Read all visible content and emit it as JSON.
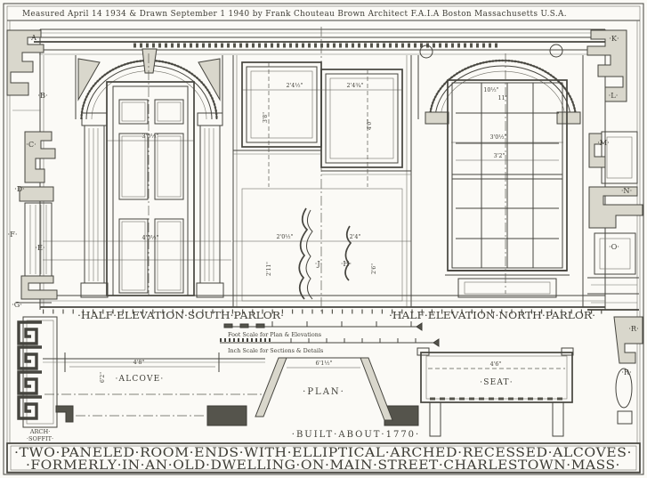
{
  "header": {
    "title": "Measured April 14 1934 & Drawn September 1 1940 by Frank Chouteau Brown Architect F.A.I.A Boston Massachusetts U.S.A."
  },
  "elevations": {
    "south_label": "·HALF·ELEVATION·SOUTH·PARLOR·",
    "north_label": "·HALF·ELEVATION·NORTH·PARLOR·"
  },
  "scales": {
    "foot_label": "Foot Scale for Plan & Elevations",
    "inch_label": "Inch Scale for Sections & Details"
  },
  "plan": {
    "label": "·PLAN·",
    "alcove_label": "·ALCOVE·",
    "seat_label": "·SEAT·",
    "arch_soffit_line1": "ARCH·",
    "arch_soffit_line2": "·SOFFIT·",
    "built_label": "·BUILT·ABOUT·1770·"
  },
  "footer": {
    "line1": "·TWO·PANELED·ROOM·ENDS·WITH·ELLIPTICAL·ARCHED·RECESSED·ALCOVES·",
    "line2": "·FORMERLY·IN·AN·OLD·DWELLING·ON·MAIN·STREET·CHARLESTOWN·MASS·"
  },
  "section_letters": {
    "left": [
      "·A·",
      "·B·",
      "·C·",
      "·D·",
      "·F·",
      "·E·",
      "·G·"
    ],
    "right": [
      "·K·",
      "·L·",
      "·M·",
      "·N·",
      "·O·",
      "·R·",
      "·R·"
    ],
    "middle": [
      "·J·",
      "·H·"
    ]
  },
  "dims": {
    "door_width": "3'0½\"",
    "door_lower": "4'0½\"",
    "panel_left_w": "2'4½\"",
    "panel_right_w": "2'4¾\"",
    "panel_left_h": "3'8\"",
    "panel_right_h": "4'0\"",
    "mantel_left": "2'0½\"",
    "mantel_right": "2'4\"",
    "mantel_left_h": "2'11\"",
    "mantel_right_h": "2'6\"",
    "window_width": "3'0½\"",
    "window_width2": "3'2\"",
    "pane_w": "10½\"",
    "pane_h": "11\"",
    "alcove_width": "4'8\"",
    "alcove_depth": "6'2\"",
    "plan_width": "6'1½\"",
    "seat_width": "4'6\""
  },
  "colors": {
    "ink": "#45443e",
    "paper": "#fbfaf6",
    "shade": "#d9d7cc"
  }
}
